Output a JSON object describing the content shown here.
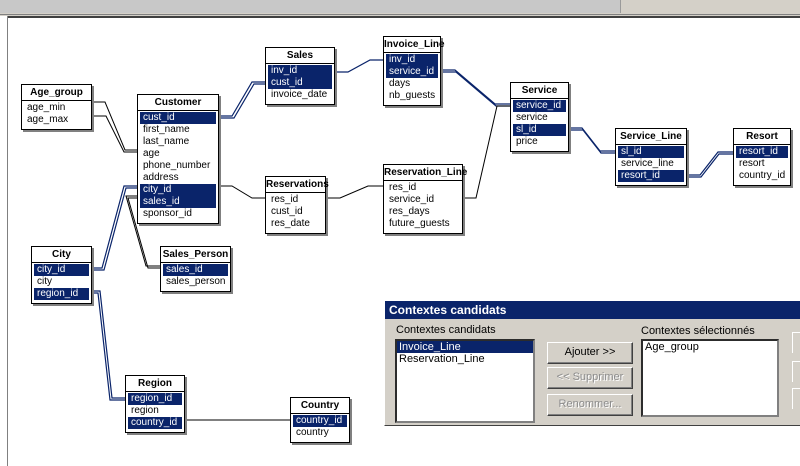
{
  "tables": {
    "age_group": {
      "title": "Age_group",
      "rows": [
        {
          "name": "age_min",
          "key": false
        },
        {
          "name": "age_max",
          "key": false
        }
      ]
    },
    "customer": {
      "title": "Customer",
      "rows": [
        {
          "name": "cust_id",
          "key": true
        },
        {
          "name": "first_name",
          "key": false
        },
        {
          "name": "last_name",
          "key": false
        },
        {
          "name": "age",
          "key": false
        },
        {
          "name": "phone_number",
          "key": false
        },
        {
          "name": "address",
          "key": false
        },
        {
          "name": "city_id",
          "key": true
        },
        {
          "name": "sales_id",
          "key": true
        },
        {
          "name": "sponsor_id",
          "key": false
        }
      ]
    },
    "sales": {
      "title": "Sales",
      "rows": [
        {
          "name": "inv_id",
          "key": true
        },
        {
          "name": "cust_id",
          "key": true
        },
        {
          "name": "invoice_date",
          "key": false
        }
      ]
    },
    "invoice_line": {
      "title": "Invoice_Line",
      "rows": [
        {
          "name": "inv_id",
          "key": true
        },
        {
          "name": "service_id",
          "key": true
        },
        {
          "name": "days",
          "key": false
        },
        {
          "name": "nb_guests",
          "key": false
        }
      ]
    },
    "service": {
      "title": "Service",
      "rows": [
        {
          "name": "service_id",
          "key": true
        },
        {
          "name": "service",
          "key": false
        },
        {
          "name": "sl_id",
          "key": true
        },
        {
          "name": "price",
          "key": false
        }
      ]
    },
    "service_line": {
      "title": "Service_Line",
      "rows": [
        {
          "name": "sl_id",
          "key": true
        },
        {
          "name": "service_line",
          "key": false
        },
        {
          "name": "resort_id",
          "key": true
        }
      ]
    },
    "resort": {
      "title": "Resort",
      "rows": [
        {
          "name": "resort_id",
          "key": true
        },
        {
          "name": "resort",
          "key": false
        },
        {
          "name": "country_id",
          "key": false
        }
      ]
    },
    "reservations": {
      "title": "Reservations",
      "rows": [
        {
          "name": "res_id",
          "key": false
        },
        {
          "name": "cust_id",
          "key": false
        },
        {
          "name": "res_date",
          "key": false
        }
      ]
    },
    "reservation_line": {
      "title": "Reservation_Line",
      "rows": [
        {
          "name": "res_id",
          "key": false
        },
        {
          "name": "service_id",
          "key": false
        },
        {
          "name": "res_days",
          "key": false
        },
        {
          "name": "future_guests",
          "key": false
        }
      ]
    },
    "city": {
      "title": "City",
      "rows": [
        {
          "name": "city_id",
          "key": true
        },
        {
          "name": "city",
          "key": false
        },
        {
          "name": "region_id",
          "key": true
        }
      ]
    },
    "sales_person": {
      "title": "Sales_Person",
      "rows": [
        {
          "name": "sales_id",
          "key": true
        },
        {
          "name": "sales_person",
          "key": false
        }
      ]
    },
    "region": {
      "title": "Region",
      "rows": [
        {
          "name": "region_id",
          "key": true
        },
        {
          "name": "region",
          "key": false
        },
        {
          "name": "country_id",
          "key": true
        }
      ]
    },
    "country": {
      "title": "Country",
      "rows": [
        {
          "name": "country_id",
          "key": true
        },
        {
          "name": "country",
          "key": false
        }
      ]
    }
  },
  "dialog": {
    "title": "Contextes candidats",
    "left_label": "Contextes candidats",
    "right_label": "Contextes sélectionnés",
    "candidates": [
      {
        "name": "Invoice_Line",
        "selected": true
      },
      {
        "name": "Reservation_Line",
        "selected": false
      }
    ],
    "selected": [
      "Age_group"
    ],
    "btn_add": "Ajouter >>",
    "btn_remove": "<< Supprimer",
    "btn_rename": "Renommer..."
  },
  "colors": {
    "key_bg": "#0a246a",
    "link": "#0a246a"
  }
}
